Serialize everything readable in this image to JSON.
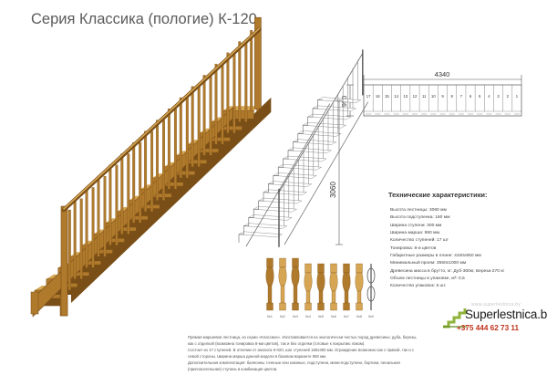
{
  "title": "Серия Классика (пологие) К-120",
  "dimensions": {
    "width_label": "4340",
    "height_label": "950",
    "vertical_label": "3060"
  },
  "step_numbers": [
    "17",
    "16",
    "15",
    "14",
    "13",
    "12",
    "11",
    "10",
    "9",
    "8",
    "7",
    "6",
    "5",
    "4",
    "3",
    "2",
    "1"
  ],
  "specs": {
    "title": "Технические характеристики:",
    "items": [
      "Высота лестницы: 3060 мм",
      "Высота подступенка: 180 мм",
      "Ширина ступени: 300 мм",
      "Ширина марша: 950 мм.",
      "Количество ступеней: 17 шт",
      "Тонировка: 8-и цветов",
      "Габаритные размеры в плане: 4340х950 мм",
      "Минимальный проем: 3550х1000 мм",
      "Древесина масса в брутто, кг: Дуб-300кг, Береза-270 кг",
      "Объем лестницы в упаковке, м³: 0,6",
      "Количество упаковок: 5 шт."
    ]
  },
  "baluster_labels": [
    "№1",
    "№2",
    "№3",
    "№4",
    "№5",
    "№6",
    "№7",
    "№8",
    "№9"
  ],
  "description": [
    "Прямая маршевая лестница, из серии «Классика». Изготавливается из экологически чистых пород древесины: дуба, березы,",
    "как с отделкой (возможна тонировка 8-ми цветов), так и без отделки (готовые к покрытию лаком).",
    "Состоит из 17 ступеней. В отличии от аналога К-020, шаг ступеней 180х300 мм. Ограждение возможно как с правой, так и с",
    "левой стороны. Ширина марша данной модели в базовом варианте 950 мм.",
    "Дополнительная комплектация: балясины точеные или кованые, подступени, мини-подступени, бортики, пенальная",
    "(пригласительная) ступень в комбинация цветов."
  ],
  "brand": {
    "small": "www.superlestnica.by",
    "name": "Superlestnica.by",
    "phone": "+375 444 62 73 11"
  },
  "colors": {
    "wood": "#b07a2c",
    "wood_dark": "#7a4f17",
    "wood_light": "#d6a654",
    "phone": "#c0321c"
  }
}
